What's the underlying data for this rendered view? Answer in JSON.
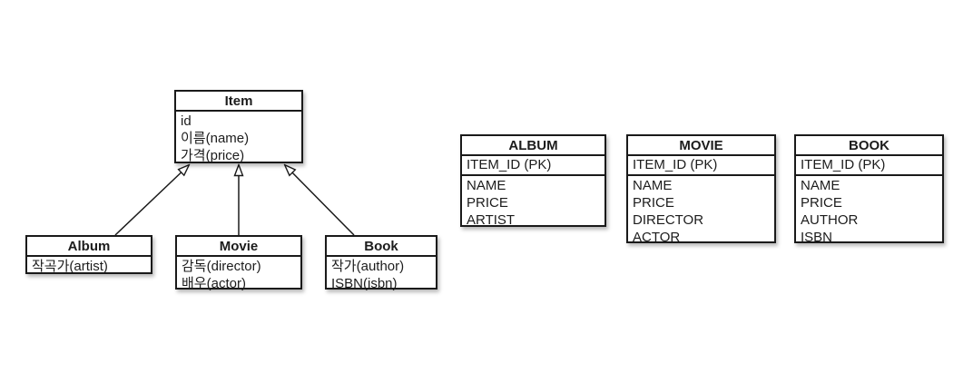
{
  "colors": {
    "background": "#ffffff",
    "border": "#1a1a1a",
    "text": "#1c1c1c"
  },
  "uml": {
    "item": {
      "title": "Item",
      "fields": [
        "id",
        "이름(name)",
        "가격(price)"
      ]
    },
    "album": {
      "title": "Album",
      "fields": [
        "작곡가(artist)"
      ]
    },
    "movie": {
      "title": "Movie",
      "fields": [
        "감독(director)",
        "배우(actor)"
      ]
    },
    "book": {
      "title": "Book",
      "fields": [
        "작가(author)",
        "ISBN(isbn)"
      ]
    }
  },
  "relations": [
    {
      "from": "Album",
      "to": "Item",
      "type": "generalization"
    },
    {
      "from": "Movie",
      "to": "Item",
      "type": "generalization"
    },
    {
      "from": "Book",
      "to": "Item",
      "type": "generalization"
    }
  ],
  "tables": {
    "album": {
      "title": "ALBUM",
      "pk": "ITEM_ID (PK)",
      "columns": [
        "NAME",
        "PRICE",
        "ARTIST"
      ]
    },
    "movie": {
      "title": "MOVIE",
      "pk": "ITEM_ID (PK)",
      "columns": [
        "NAME",
        "PRICE",
        "DIRECTOR",
        "ACTOR"
      ]
    },
    "book": {
      "title": "BOOK",
      "pk": "ITEM_ID (PK)",
      "columns": [
        "NAME",
        "PRICE",
        "AUTHOR",
        "ISBN"
      ]
    }
  }
}
